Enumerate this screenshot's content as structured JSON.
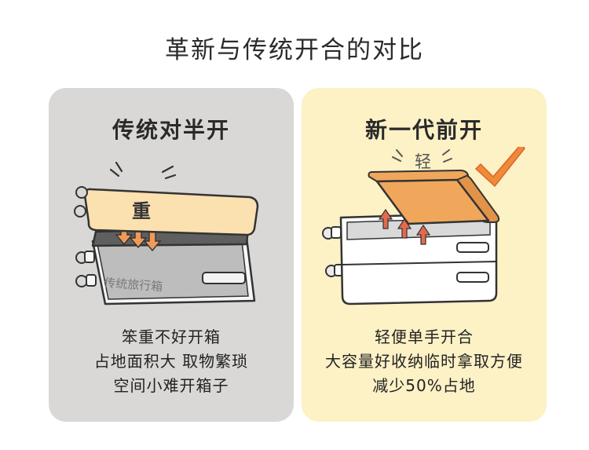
{
  "title": "革新与传统开合的对比",
  "left_card": {
    "title": "传统对半开",
    "lid_label": "重",
    "body_label": "传统旅行箱",
    "lines": [
      "笨重不好开箱",
      "占地面积大 取物繁琐",
      "空间小难开箱子"
    ]
  },
  "right_card": {
    "title": "新一代前开",
    "light_label": "轻",
    "lines": [
      "轻便单手开合",
      "大容量好收纳临时拿取方便",
      "减少50%占地"
    ]
  },
  "colors": {
    "left_bg": "#d9d8d6",
    "right_bg": "#fdf1c6",
    "lid_fill": "#fbe0b0",
    "front_lid_fill": "#f0a75c",
    "arrow_down": "#ef9a5a",
    "arrow_up": "#e56a4b",
    "check": "#ef8a3a"
  }
}
